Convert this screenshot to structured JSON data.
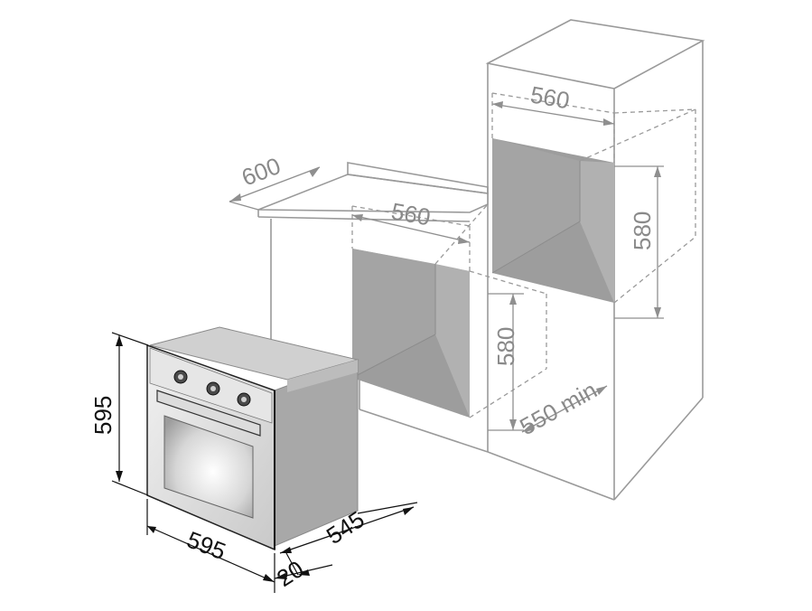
{
  "dimensions": {
    "oven_height": "595",
    "oven_width": "595",
    "oven_depth": "545",
    "door_depth": "20",
    "counter_depth": "600",
    "undercounter_niche_width": "560",
    "undercounter_niche_height": "580",
    "column_niche_width": "560",
    "column_niche_height": "580",
    "min_depth": "550 min"
  },
  "colors": {
    "cabinet_line": "#9a9a9a",
    "niche_fill": "#9d9d9d",
    "oven_body": "#a8a8a8",
    "dimension_text_gray": "#8a8a8a",
    "dimension_text_dark": "#111111"
  }
}
